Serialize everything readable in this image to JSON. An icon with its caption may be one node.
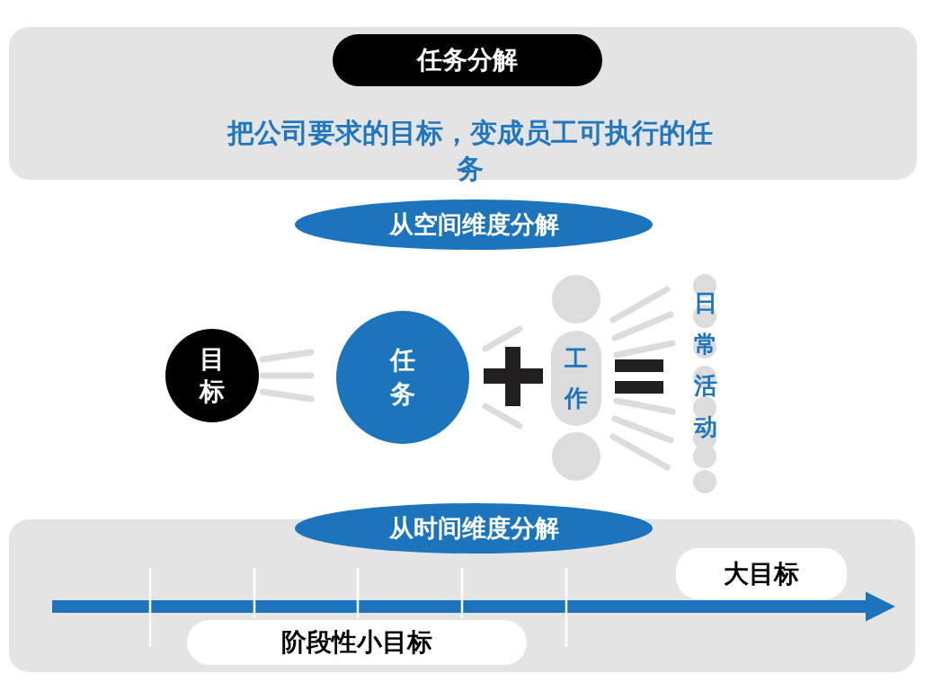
{
  "diagram": {
    "nodes": [
      {
        "text": [
          "把公司要求的目标，变成员工可执行的任务"
        ]
      },
      {
        "text": [
          "任务分解"
        ],
        "in": 0
      },
      {
        "text": [
          "从空间维度分解"
        ]
      },
      {
        "text": [
          "目标"
        ]
      },
      {
        "text": [
          "任务"
        ]
      },
      {
        "text": [
          "工作"
        ]
      },
      {
        "text": [
          "日常活动"
        ]
      },
      {
        "text": [],
        "shape": "box"
      },
      {
        "text": [
          "从时间维度分解"
        ]
      },
      {
        "text": [
          "大目标"
        ],
        "in": 7
      },
      {
        "text": [
          "阶段性小目标"
        ],
        "in": 7
      }
    ],
    "edges": [
      {
        "from": null,
        "to": 9,
        "arrow": "to"
      }
    ]
  }
}
